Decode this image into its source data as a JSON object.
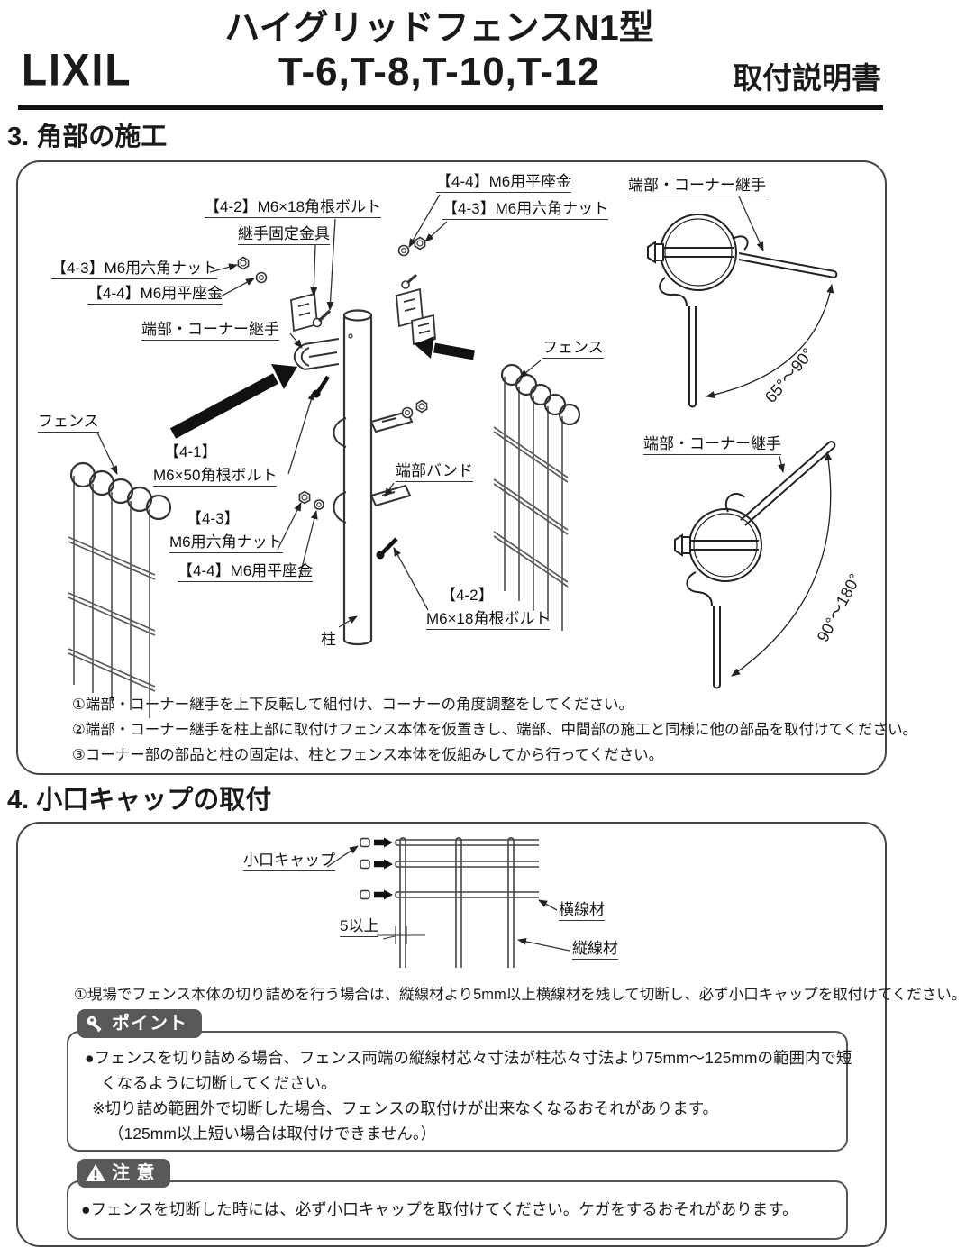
{
  "header": {
    "logo": "LIXIL",
    "title_line1": "ハイグリッドフェンスN1型",
    "title_line2": "T-6,T-8,T-10,T-12",
    "doc_type": "取付説明書"
  },
  "section3": {
    "heading": "3. 角部の施工",
    "labels": {
      "bolt_m6x18_top": "【4-2】M6×18角根ボルト",
      "joint_fixture": "継手固定金具",
      "nut_left": "【4-3】M6用六角ナット",
      "washer_left": "【4-4】M6用平座金",
      "corner_joint_left": "端部・コーナー継手",
      "washer_top": "【4-4】M6用平座金",
      "nut_top": "【4-3】M6用六角ナット",
      "fence_left": "フェンス",
      "bolt_m6x50_l1": "【4-1】",
      "bolt_m6x50_l2": "M6×50角根ボルト",
      "nut_bottom_l1": "【4-3】",
      "nut_bottom_l2": "M6用六角ナット",
      "washer_bottom": "【4-4】M6用平座金",
      "end_band": "端部バンド",
      "pillar": "柱",
      "bolt_m6x18_bottom_l1": "【4-2】",
      "bolt_m6x18_bottom_l2": "M6×18角根ボルト",
      "fence_right": "フェンス",
      "corner_joint_r1": "端部・コーナー継手",
      "angle_r1": "65°〜90°",
      "corner_joint_r2": "端部・コーナー継手",
      "angle_r2": "90°〜180°"
    },
    "notes": [
      "①端部・コーナー継手を上下反転して組付け、コーナーの角度調整をしてください。",
      "②端部・コーナー継手を柱上部に取付けフェンス本体を仮置きし、端部、中間部の施工と同様に他の部品を取付けてください。",
      "③コーナー部の部品と柱の固定は、柱とフェンス本体を仮組みしてから行ってください。"
    ]
  },
  "section4": {
    "heading": "4. 小口キャップの取付",
    "labels": {
      "cap": "小口キャップ",
      "dim": "5以上",
      "horizontal_wire": "横線材",
      "vertical_wire": "縦線材"
    },
    "note": "①現場でフェンス本体の切り詰めを行う場合は、縦線材より5mm以上横線材を残して切断し、必ず小口キャップを取付けてください。",
    "point": {
      "badge": "ポイント",
      "lines": [
        "●フェンスを切り詰める場合、フェンス両端の縦線材芯々寸法が柱芯々寸法より75mm〜125mmの範囲内で短",
        "くなるように切断してください。",
        "※切り詰め範囲外で切断した場合、フェンスの取付けが出来なくなるおそれがあります。",
        "（125mm以上短い場合は取付けできません。）"
      ]
    },
    "caution": {
      "badge": "注 意",
      "lines": [
        "●フェンスを切断した時には、必ず小口キャップを取付けてください。ケガをするおそれがあります。"
      ]
    }
  },
  "colors": {
    "badge_bg": "#595959",
    "ink": "#1a1a1a",
    "line": "#333333"
  }
}
